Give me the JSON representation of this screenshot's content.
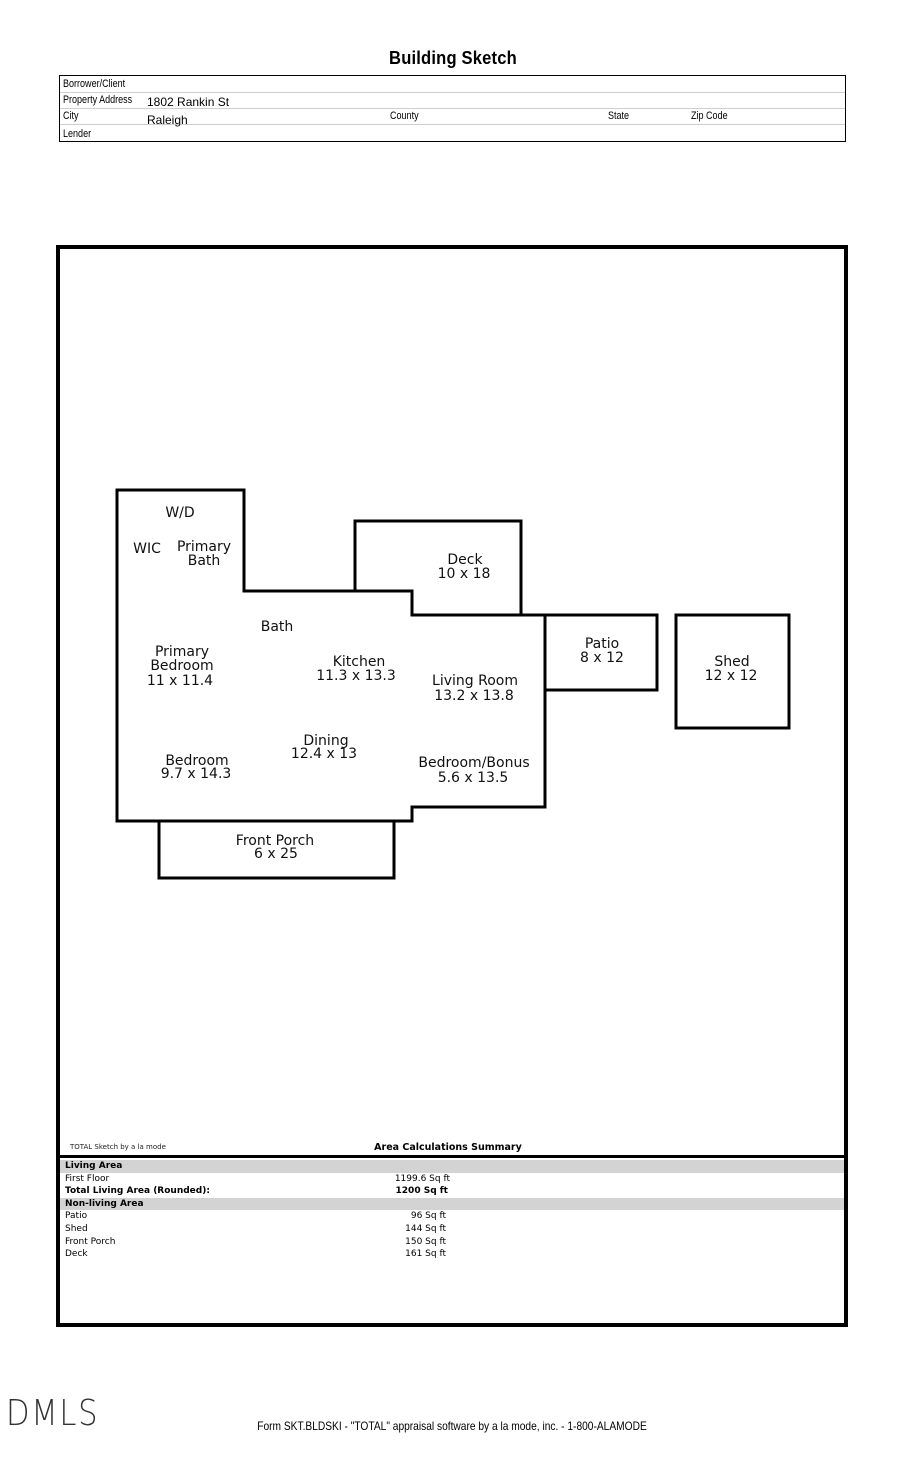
{
  "document": {
    "title": "Building Sketch"
  },
  "header": {
    "borrower_label": "Borrower/Client",
    "borrower_value": "",
    "address_label": "Property Address",
    "address_value": "1802 Rankin St",
    "city_label": "City",
    "city_value": "Raleigh",
    "county_label": "County",
    "state_label": "State",
    "zip_label": "Zip Code",
    "lender_label": "Lender"
  },
  "sketch": {
    "rooms": [
      {
        "name": "W/D",
        "dims": ""
      },
      {
        "name": "WIC",
        "dims": ""
      },
      {
        "name": "Primary Bath",
        "line1": "Primary",
        "line2": "Bath"
      },
      {
        "name": "Bath",
        "dims": ""
      },
      {
        "name": "Primary Bedroom",
        "line1": "Primary",
        "line2": "Bedroom",
        "dims": "11 x 11.4"
      },
      {
        "name": "Kitchen",
        "dims": "11.3 x 13.3"
      },
      {
        "name": "Living Room",
        "dims": "13.2 x 13.8"
      },
      {
        "name": "Dining",
        "dims": "12.4 x 13"
      },
      {
        "name": "Bedroom",
        "dims": "9.7 x 14.3"
      },
      {
        "name": "Bedroom/Bonus",
        "dims": "5.6 x 13.5"
      },
      {
        "name": "Deck",
        "dims": "10 x 18"
      },
      {
        "name": "Patio",
        "dims": "8 x 12"
      },
      {
        "name": "Shed",
        "dims": "12 x 12"
      },
      {
        "name": "Front Porch",
        "dims": "6 x 25"
      }
    ]
  },
  "summary": {
    "credit": "TOTAL Sketch by a la mode",
    "title": "Area Calculations Summary",
    "living_header": "Living Area",
    "living_rows": [
      {
        "label": "First Floor",
        "value": "1199.6 Sq ft"
      }
    ],
    "total_label": "Total Living Area (Rounded):",
    "total_value": "1200 Sq ft",
    "nonliving_header": "Non-living Area",
    "nonliving_rows": [
      {
        "label": "Patio",
        "value": "96 Sq ft"
      },
      {
        "label": "Shed",
        "value": "144 Sq ft"
      },
      {
        "label": "Front Porch",
        "value": "150 Sq ft"
      },
      {
        "label": "Deck",
        "value": "161 Sq ft"
      }
    ]
  },
  "footer": {
    "logo": "DMLS",
    "form_text": "Form SKT.BLDSKI - \"TOTAL\" appraisal software by a la mode, inc. - 1-800-ALAMODE"
  }
}
